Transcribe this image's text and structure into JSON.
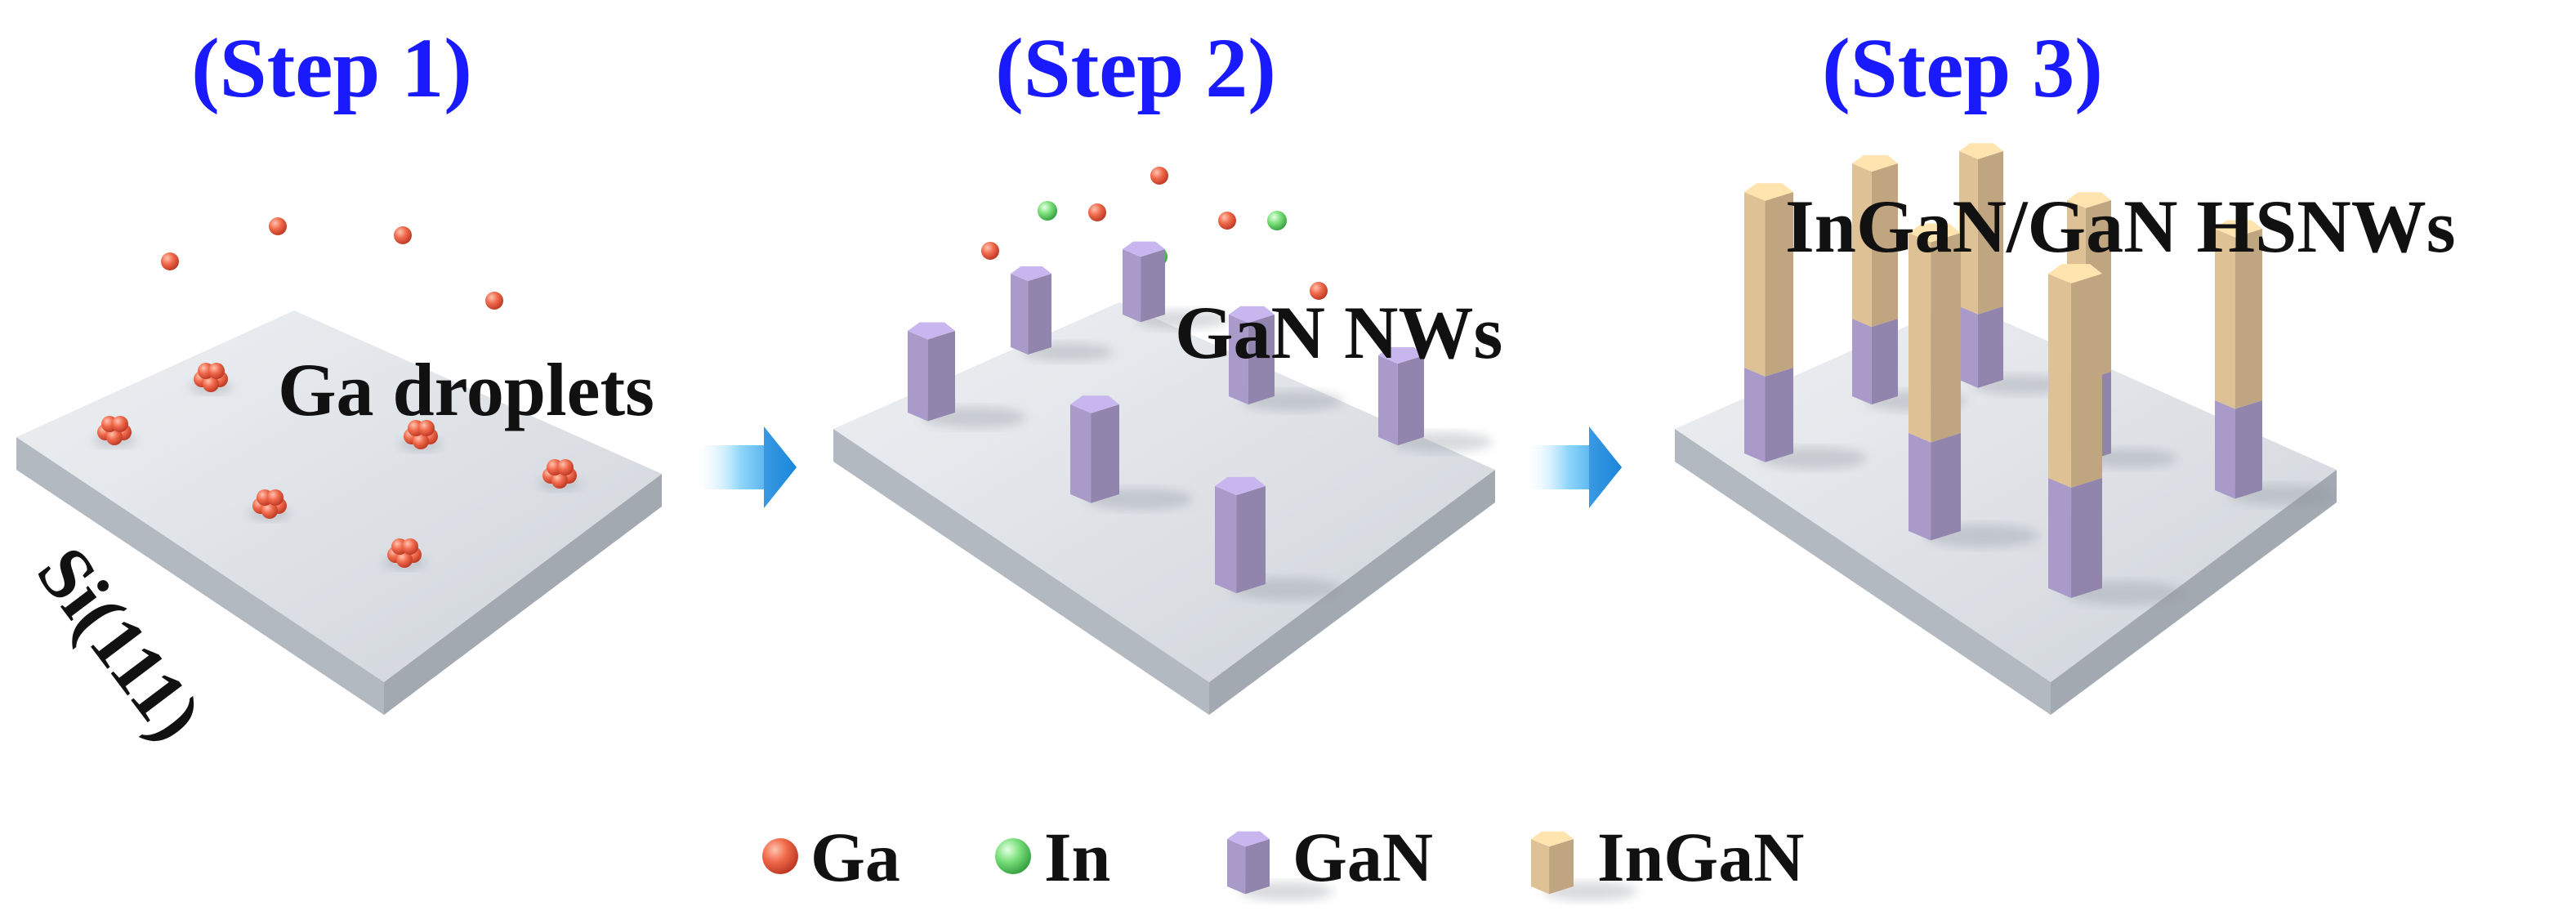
{
  "steps": [
    {
      "label": "(Step 1)"
    },
    {
      "label": "(Step 2)"
    },
    {
      "label": "(Step 3)"
    }
  ],
  "step_label_color": "#1a1aff",
  "callouts": {
    "ga_droplets": "Ga droplets",
    "gan_nws": "GaN NWs",
    "hsnws": "InGaN/GaN HSNWs",
    "substrate": "Si(111)"
  },
  "legend": [
    {
      "label": "Ga",
      "icon": "red-sphere"
    },
    {
      "label": "In",
      "icon": "green-sphere"
    },
    {
      "label": "GaN",
      "icon": "purple-hexagonal-prism"
    },
    {
      "label": "InGaN",
      "icon": "tan-hexagonal-prism"
    }
  ],
  "colors": {
    "ga": "#e8553c",
    "in": "#5fd35f",
    "gan": "#b6a6d8",
    "ingan": "#efcfa0",
    "substrate": "#d3d7dc",
    "arrow": "#28a8f0"
  }
}
